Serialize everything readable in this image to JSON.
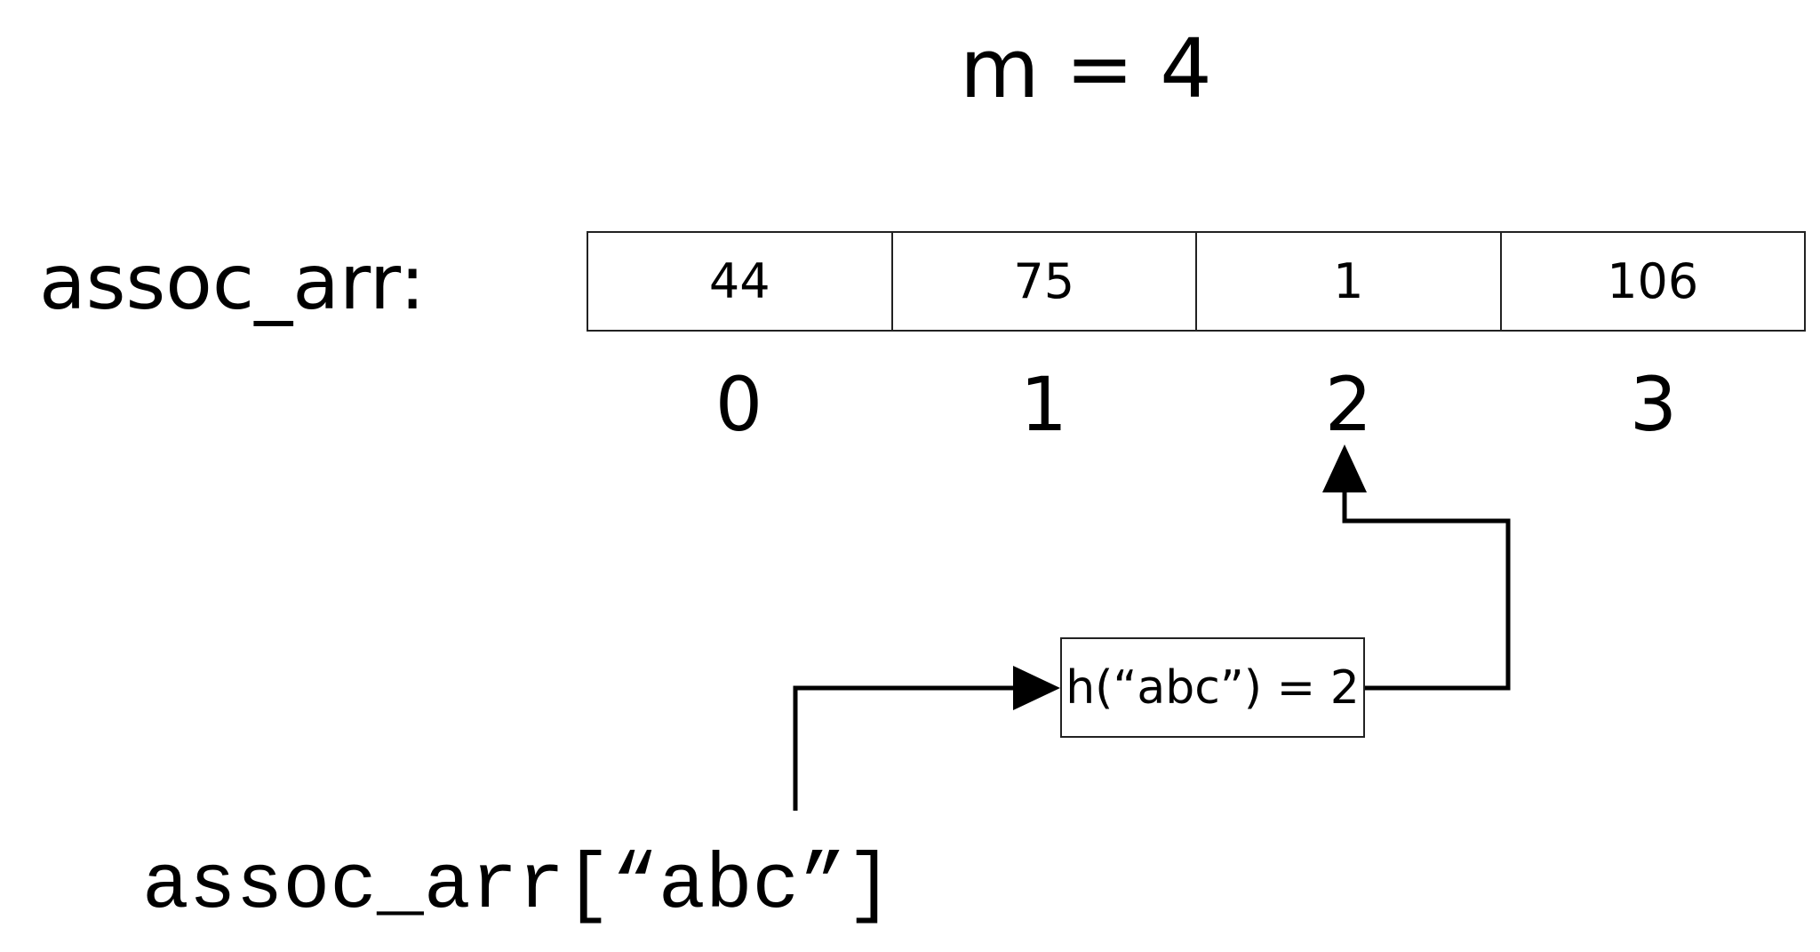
{
  "title": "m = 4",
  "array": {
    "label": "assoc_arr:",
    "cells": [
      "44",
      "75",
      "1",
      "106"
    ],
    "indices": [
      "0",
      "1",
      "2",
      "3"
    ]
  },
  "hash_function": {
    "label": "h(“abc”) = 2"
  },
  "access_expression": "assoc_arr[“abc”]",
  "colors": {
    "stroke": "#000000",
    "box_border": "#222222",
    "background": "#ffffff"
  }
}
